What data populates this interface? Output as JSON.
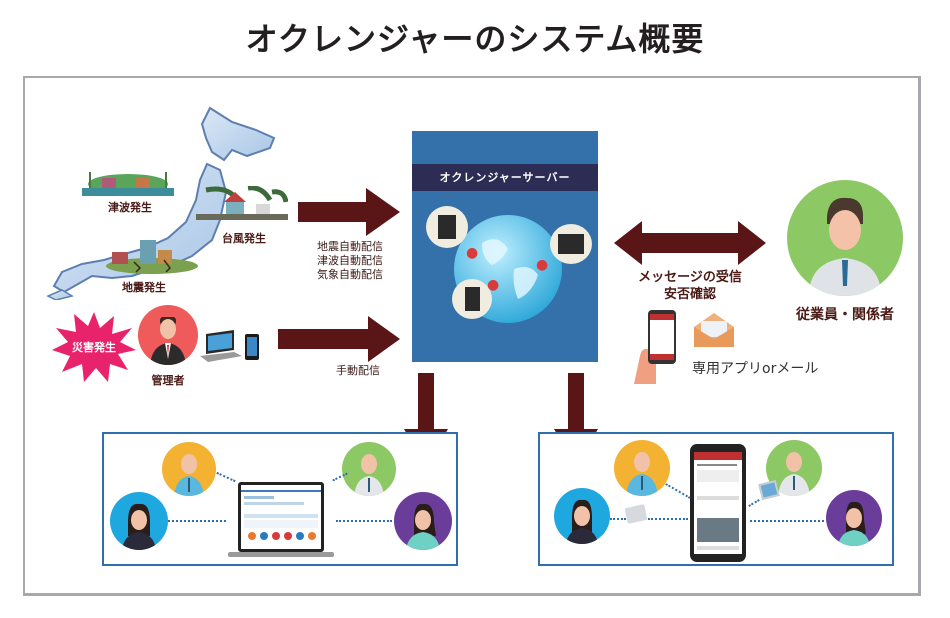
{
  "title": "オクレンジャーのシステム概要",
  "disasters": {
    "tsunami": "津波発生",
    "typhoon": "台風発生",
    "earthquake": "地震発生"
  },
  "manual": {
    "burst_label": "災害発生",
    "admin_label": "管理者"
  },
  "auto_delivery": {
    "lines": [
      "地震自動配信",
      "津波自動配信",
      "気象自動配信"
    ]
  },
  "manual_delivery": {
    "label": "手動配信"
  },
  "server": {
    "label": "オクレンジャーサーバー"
  },
  "exchange": {
    "line1": "メッセージの受信",
    "line2": "安否確認",
    "channel": "専用アプリorメール"
  },
  "recipient": {
    "label": "従業員・関係者"
  },
  "colors": {
    "arrow": "#5a1616",
    "server_bg": "#3470aa",
    "server_band": "#2c2c54",
    "frame": "#a7a9ac",
    "box_border": "#2f6fad",
    "burst": "#e8236b",
    "admin_circle": "#ef5a5a",
    "green_circle": "#8cc863",
    "orange_circle": "#f4b233",
    "blue_circle": "#1fa8e0",
    "purple_circle": "#6a3d9a"
  }
}
